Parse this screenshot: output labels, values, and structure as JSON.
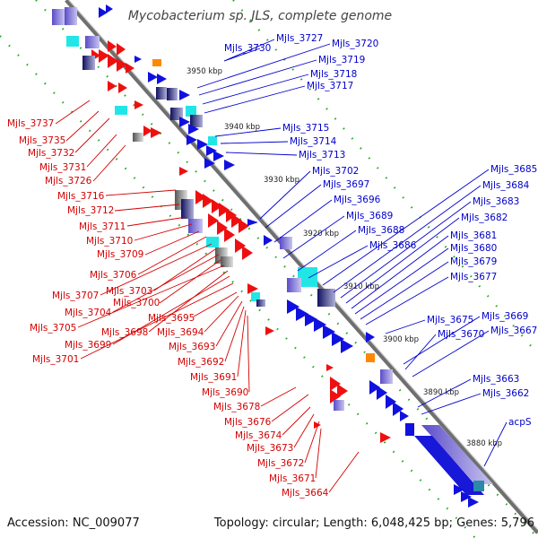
{
  "title": "Mycobacterium sp. JLS, complete genome",
  "footer": {
    "accession": "Accession: NC_009077",
    "topology": "Topology: circular; Length: 6,048,425 bp; Genes: 5,796"
  },
  "colors": {
    "reverse_label": "#d40000",
    "forward_label": "#0000cc",
    "backbone": "#777777",
    "forward_gene": "#1010e0",
    "reverse_gene": "#ee1010",
    "rna": "#22e6e6",
    "tick": "#22aa22"
  },
  "kbp_labels": [
    "3950 kbp",
    "3940 kbp",
    "3930 kbp",
    "3920 kbp",
    "3910 kbp",
    "3900 kbp",
    "3890 kbp",
    "3880 kbp"
  ],
  "reverse_labels": [
    "Mjls_3737",
    "Mjls_3735",
    "Mjls_3732",
    "Mjls_3731",
    "Mjls_3726",
    "Mjls_3716",
    "Mjls_3712",
    "Mjls_3711",
    "Mjls_3710",
    "Mjls_3709",
    "Mjls_3706",
    "Mjls_3707",
    "Mjls_3703",
    "Mjls_3704",
    "Mjls_3700",
    "Mjls_3705",
    "Mjls_3698",
    "Mjls_3699",
    "Mjls_3701",
    "Mjls_3695",
    "Mjls_3694",
    "Mjls_3693",
    "Mjls_3692",
    "Mjls_3691",
    "Mjls_3690",
    "Mjls_3678",
    "Mjls_3676",
    "Mjls_3674",
    "Mjls_3673",
    "Mjls_3672",
    "Mjls_3671",
    "Mjls_3664"
  ],
  "forward_labels": [
    "Mjls_3727",
    "Mjls_3730",
    "Mjls_3720",
    "Mjls_3719",
    "Mjls_3718",
    "Mjls_3717",
    "Mjls_3715",
    "Mjls_3714",
    "Mjls_3713",
    "Mjls_3702",
    "Mjls_3697",
    "Mjls_3696",
    "Mjls_3689",
    "Mjls_3688",
    "Mjls_3686",
    "Mjls_3685",
    "Mjls_3684",
    "Mjls_3683",
    "Mjls_3682",
    "Mjls_3681",
    "Mjls_3680",
    "Mjls_3679",
    "Mjls_3677",
    "Mjls_3675",
    "Mjls_3669",
    "Mjls_3670",
    "Mjls_3667",
    "Mjls_3663",
    "Mjls_3662",
    "acpS"
  ]
}
